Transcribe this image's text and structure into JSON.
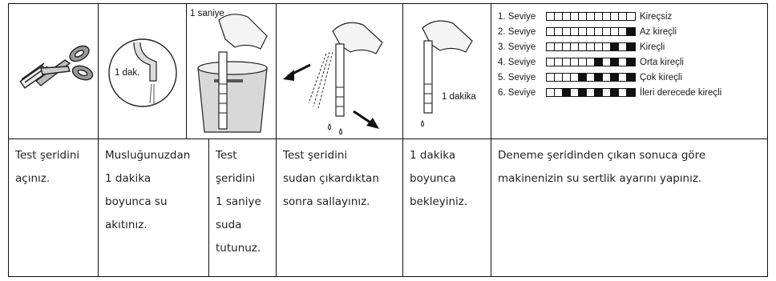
{
  "illustrations": {
    "tap_time": "1 dak.",
    "dip_time": "1 saniye",
    "wait_time": "1 dakika"
  },
  "levels": [
    {
      "name": "1. Seviye",
      "dark": 0,
      "desc": "Kireçsiz"
    },
    {
      "name": "2. Seviye",
      "dark": 1,
      "desc": "Az kireçli"
    },
    {
      "name": "3. Seviye",
      "dark": 2,
      "desc": "Kireçli"
    },
    {
      "name": "4. Seviye",
      "dark": 3,
      "desc": "Orta kireçli"
    },
    {
      "name": "5. Seviye",
      "dark": 4,
      "desc": "Çok kireçli"
    },
    {
      "name": "6. Seviye",
      "dark": 5,
      "desc": "İleri derecede kireçli"
    }
  ],
  "steps": [
    [
      "Test  şeridini",
      "açınız."
    ],
    [
      "Musluğunuzdan",
      "1 dakika",
      "boyunca su",
      "akıtınız."
    ],
    [
      "Test",
      "şeridini",
      "1 saniye",
      "suda",
      "tutunuz."
    ],
    [
      "Test şeridini",
      "sudan çıkardıktan",
      "sonra sallayınız."
    ],
    [
      "1 dakika",
      "boyunca",
      "bekleyiniz."
    ],
    [
      "Deneme şeridinden çıkan sonuca göre",
      "makinenizin su sertlik ayarını yapınız."
    ]
  ]
}
